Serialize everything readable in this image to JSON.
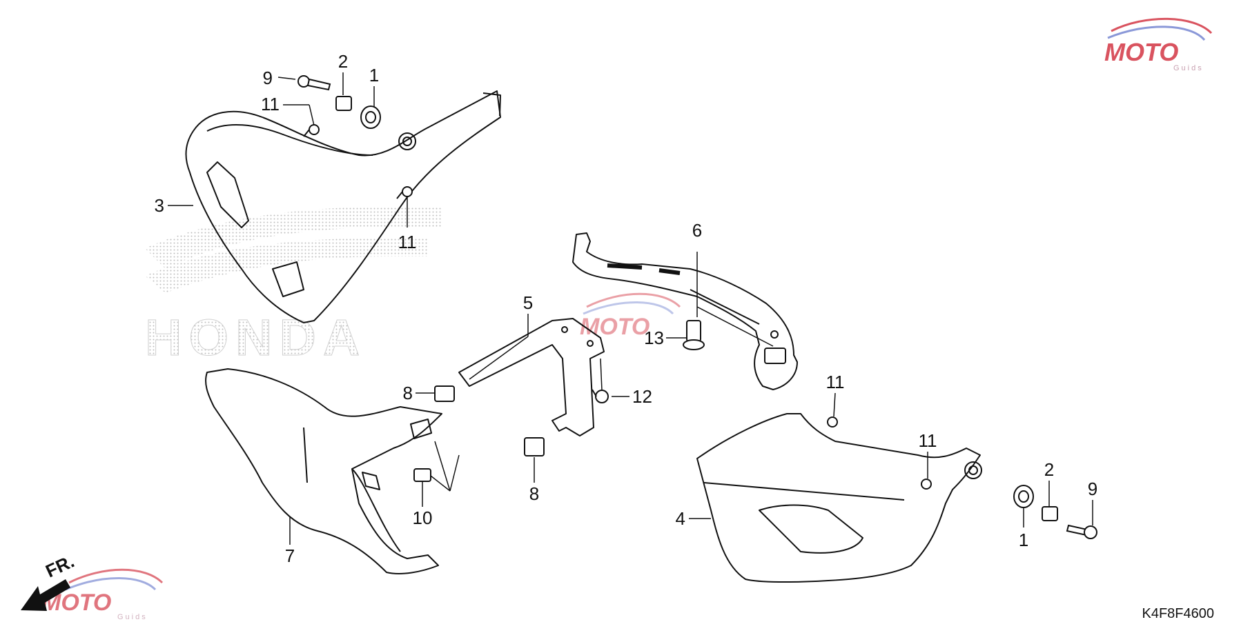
{
  "diagram": {
    "callouts": [
      {
        "id": "c1a",
        "label": "1"
      },
      {
        "id": "c2a",
        "label": "2"
      },
      {
        "id": "c9a",
        "label": "9"
      },
      {
        "id": "c11a",
        "label": "11"
      },
      {
        "id": "c3",
        "label": "3"
      },
      {
        "id": "c11b",
        "label": "11"
      },
      {
        "id": "c6",
        "label": "6"
      },
      {
        "id": "c5",
        "label": "5"
      },
      {
        "id": "c13",
        "label": "13"
      },
      {
        "id": "c8a",
        "label": "8"
      },
      {
        "id": "c12",
        "label": "12"
      },
      {
        "id": "c8b",
        "label": "8"
      },
      {
        "id": "c10",
        "label": "10"
      },
      {
        "id": "c7",
        "label": "7"
      },
      {
        "id": "c11c",
        "label": "11"
      },
      {
        "id": "c11d",
        "label": "11"
      },
      {
        "id": "c2b",
        "label": "2"
      },
      {
        "id": "c9b",
        "label": "9"
      },
      {
        "id": "c4",
        "label": "4"
      },
      {
        "id": "c1b",
        "label": "1"
      }
    ],
    "diagram_code": "K4F8F4600",
    "direction_label": "FR.",
    "watermark_text": "HONDA",
    "logo": {
      "text": "MOTO",
      "sub": "Guids"
    },
    "colors": {
      "line": "#111111",
      "watermark": "#c8c8c8",
      "logo_red": "#d9535f",
      "logo_blue": "#8a98d8"
    }
  }
}
